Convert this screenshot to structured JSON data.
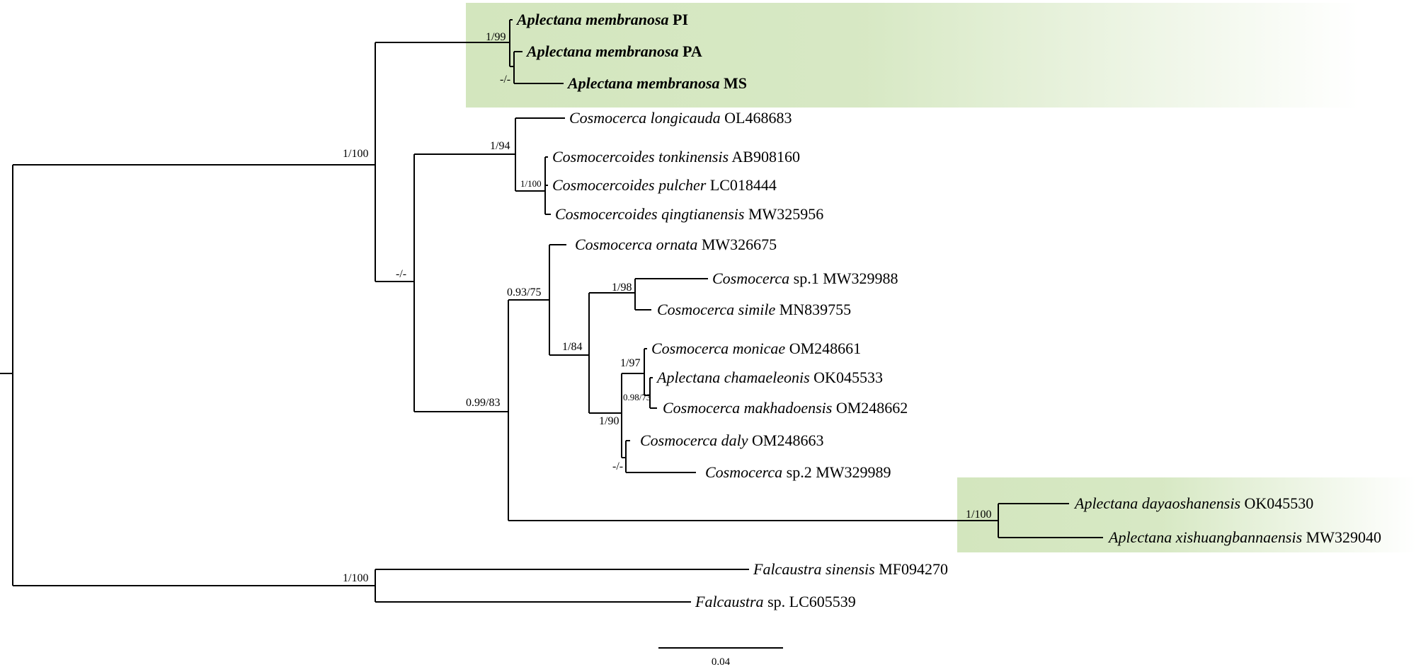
{
  "highlight_color": "#d3e6be",
  "taxa": {
    "am_pi": {
      "species": "Aplectana membranosa",
      "code": "PI",
      "highlight": true
    },
    "am_pa": {
      "species": "Aplectana membranosa",
      "code": "PA",
      "highlight": true
    },
    "am_ms": {
      "species": "Aplectana membranosa",
      "code": "MS",
      "highlight": true
    },
    "c_longi": {
      "species": "Cosmocerca longicauda",
      "code": "OL468683"
    },
    "cd_tonk": {
      "species": "Cosmocercoides tonkinensis",
      "code": "AB908160"
    },
    "cd_pulc": {
      "species": "Cosmocercoides pulcher",
      "code": "LC018444"
    },
    "cd_qing": {
      "species": "Cosmocercoides qingtianensis",
      "code": "MW325956"
    },
    "c_orn": {
      "species": "Cosmocerca ornata",
      "code": "MW326675"
    },
    "c_sp1": {
      "species": "Cosmocerca",
      "suffix": "sp.1",
      "code": "MW329988"
    },
    "c_sim": {
      "species": "Cosmocerca simile",
      "code": "MN839755"
    },
    "c_mon": {
      "species": "Cosmocerca monicae",
      "code": "OM248661"
    },
    "a_cham": {
      "species": "Aplectana chamaeleonis",
      "code": "OK045533"
    },
    "c_makh": {
      "species": "Cosmocerca makhadoensis",
      "code": "OM248662"
    },
    "c_daly": {
      "species": "Cosmocerca daly",
      "code": "OM248663"
    },
    "c_sp2": {
      "species": "Cosmocerca",
      "suffix": "sp.2",
      "code": "MW329989"
    },
    "a_daya": {
      "species": "Aplectana dayaoshanensis",
      "code": "OK045530"
    },
    "a_xish": {
      "species": "Aplectana xishuangbannaensis",
      "code": "MW329040"
    },
    "f_sin": {
      "species": "Falcaustra sinensis",
      "code": "MF094270"
    },
    "f_sp": {
      "species": "Falcaustra",
      "suffix": "sp.",
      "code": "LC605539"
    }
  },
  "support": {
    "am_clade": "1/99",
    "am_pa_ms": "-/-",
    "ingroup": "1/100",
    "cosmo_main": "-/-",
    "longi_clade": "1/94",
    "cosmocercoides": "1/100",
    "big_clade": "0.99/83",
    "orn_clade": "0.93/75",
    "n184": "1/84",
    "sp1_simile": "1/98",
    "n190": "1/90",
    "monicae_clade": "1/97",
    "cham_makh": "0.98/73",
    "daly_sp2": "-/-",
    "aplectana_pair": "1/100",
    "falcaustra": "1/100"
  },
  "scale_bar": {
    "label": "0.04",
    "value": 0.04
  }
}
